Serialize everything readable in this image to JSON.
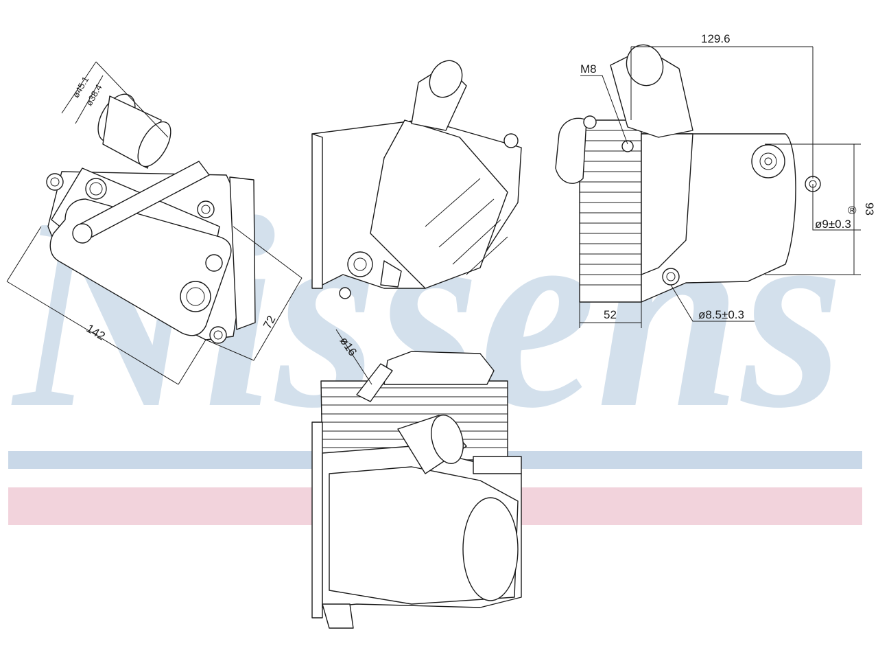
{
  "brand": {
    "watermark_text": "Nissens",
    "registered_mark": "®",
    "colors": {
      "blue_band": "#c9d8e8",
      "red_band": "#f2d3dc",
      "watermark": "#d3e0ec"
    }
  },
  "dimensions": {
    "d_outer": "ø45.1",
    "d_inner": "ø38.4",
    "length_142": "142",
    "width_72": "72",
    "width_129_6": "129.6",
    "thread_m8": "M8",
    "height_93": "93",
    "hole_9": "ø9±0.3",
    "depth_52": "52",
    "hole_8_5": "ø8.5±0.3",
    "pipe_16": "ø16"
  }
}
